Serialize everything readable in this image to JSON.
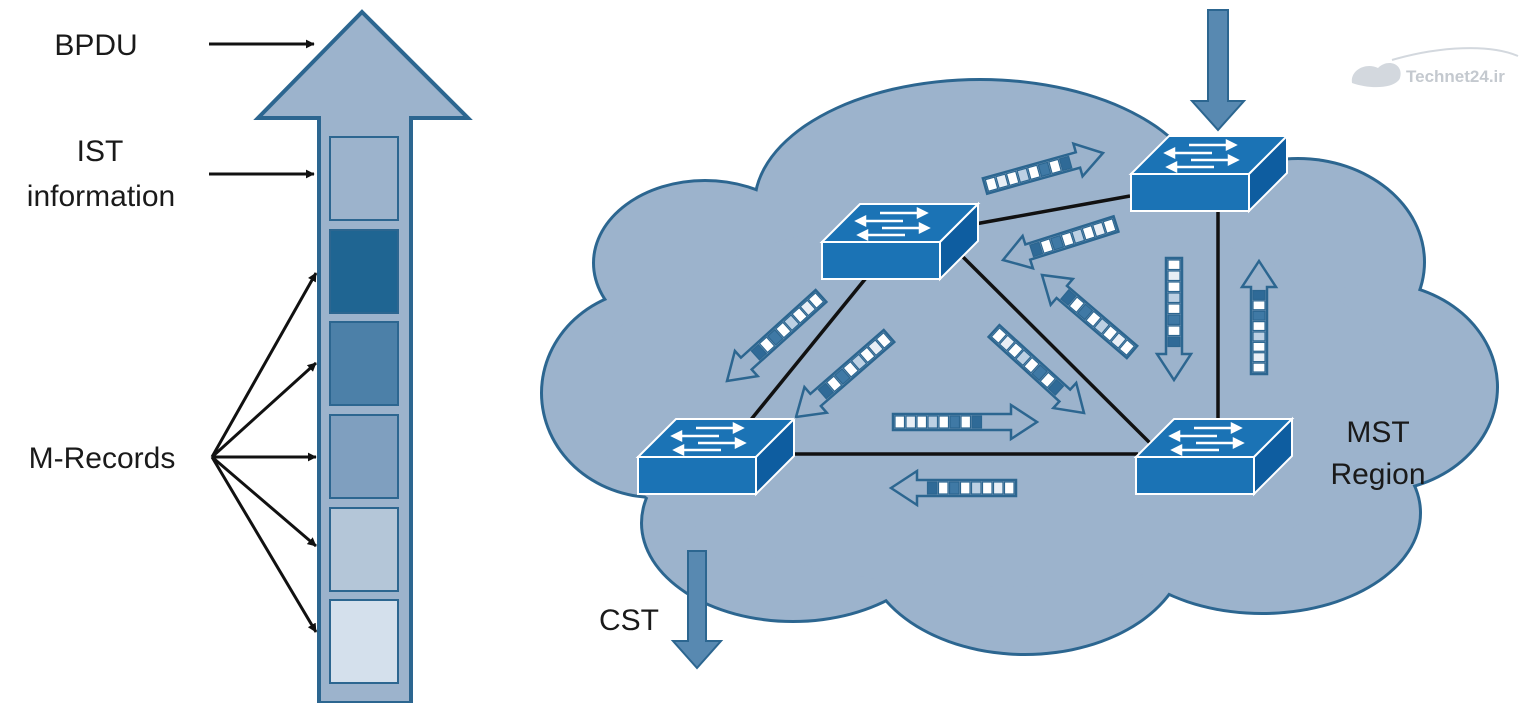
{
  "labels": {
    "bpdu": "BPDU",
    "ist_line1": "IST",
    "ist_line2": "information",
    "m_records": "M-Records",
    "mst_line1": "MST",
    "mst_line2": "Region",
    "cst": "CST"
  },
  "watermark": {
    "text": "Technet24.ir"
  },
  "colors": {
    "cloud_fill": "#9cb3cc",
    "cloud_stroke": "#2c6690",
    "arrow_fill": "#9cb3cc",
    "arrow_stroke": "#2c6690",
    "switch_top": "#1b73b5",
    "switch_side": "#0e5da0",
    "link_line": "#111111",
    "record_colors": [
      "#9cb3cc",
      "#1f6592",
      "#4c80a8",
      "#7f9fbf",
      "#b4c6d8",
      "#d4e0ec"
    ]
  },
  "icons": [
    "bpdu-arrow-icon",
    "switch-icon",
    "bpdu-flow-arrow-icon",
    "cloud-icon"
  ]
}
